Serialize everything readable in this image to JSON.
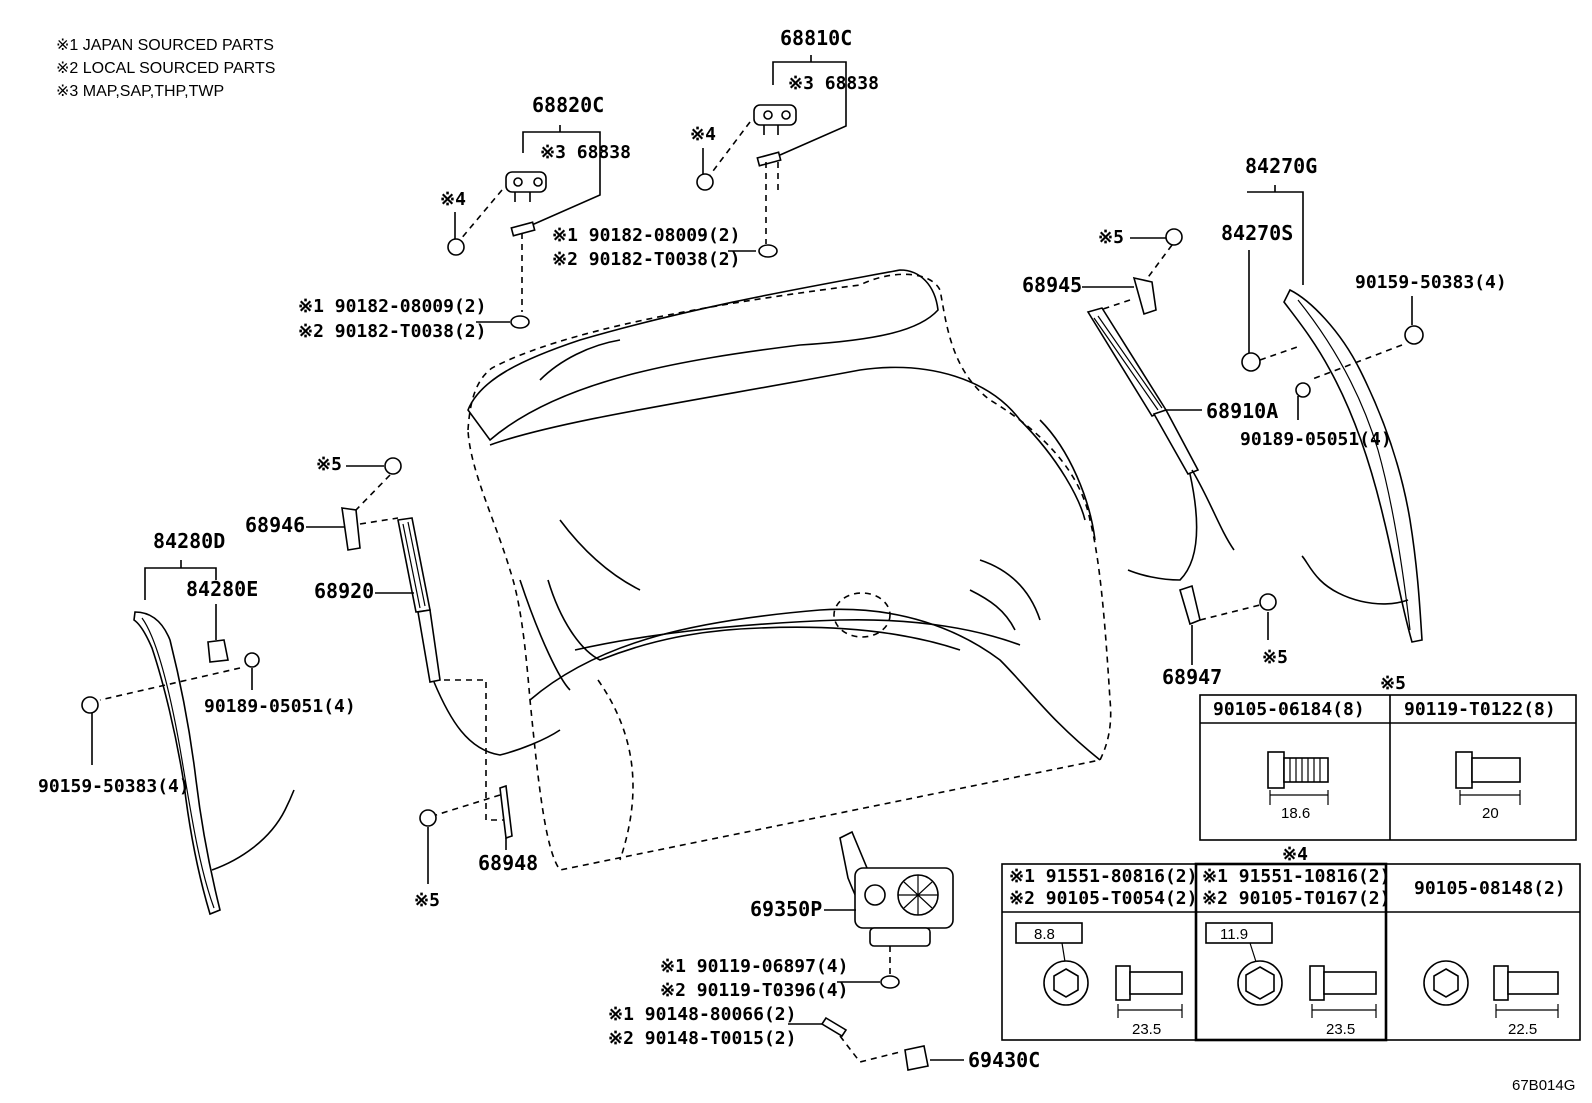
{
  "notes": [
    "※1 JAPAN SOURCED PARTS",
    "※2 LOCAL SOURCED PARTS",
    "※3 MAP,SAP,THP,TWP"
  ],
  "labels": {
    "p68810C": "68810C",
    "p68820C": "68820C",
    "p68838a": "※3 68838",
    "p68838b": "※3 68838",
    "n4a": "※4",
    "n4b": "※4",
    "p90182_top_1": "※1 90182-08009(2)",
    "p90182_top_2": "※2 90182-T0038(2)",
    "p90182_mid_1": "※1 90182-08009(2)",
    "p90182_mid_2": "※2 90182-T0038(2)",
    "p84270G": "84270G",
    "p84270S": "84270S",
    "n5_68945": "※5",
    "p68945": "68945",
    "p90159_r": "90159-50383(4)",
    "p68910A": "68910A",
    "p90189_r": "90189-05051(4)",
    "n5_68946": "※5",
    "p68946": "68946",
    "p84280D": "84280D",
    "p84280E": "84280E",
    "p68920": "68920",
    "p90189_l": "90189-05051(4)",
    "p90159_l": "90159-50383(4)",
    "p68947": "68947",
    "n5_68947": "※5",
    "n5_68948": "※5",
    "p68948": "68948",
    "p69350P": "69350P",
    "p90119_1": "※1 90119-06897(4)",
    "p90119_2": "※2 90119-T0396(4)",
    "p90148_1": "※1 90148-80066(2)",
    "p90148_2": "※2 90148-T0015(2)",
    "p69430C": "69430C",
    "code": "67B014G"
  },
  "table5": {
    "title": "※5",
    "cols": [
      {
        "header": "90105-06184(8)",
        "dim": "18.6"
      },
      {
        "header": "90119-T0122(8)",
        "dim": "20"
      }
    ]
  },
  "table4": {
    "title": "※4",
    "cols": [
      {
        "header1": "※1 91551-80816(2)",
        "header2": "※2 90105-T0054(2)",
        "size": "8.8",
        "dim": "23.5"
      },
      {
        "header1": "※1 91551-10816(2)",
        "header2": "※2 90105-T0167(2)",
        "size": "11.9",
        "dim": "23.5"
      },
      {
        "header1": "90105-08148(2)",
        "header2": "",
        "size": "",
        "dim": "22.5"
      }
    ]
  }
}
